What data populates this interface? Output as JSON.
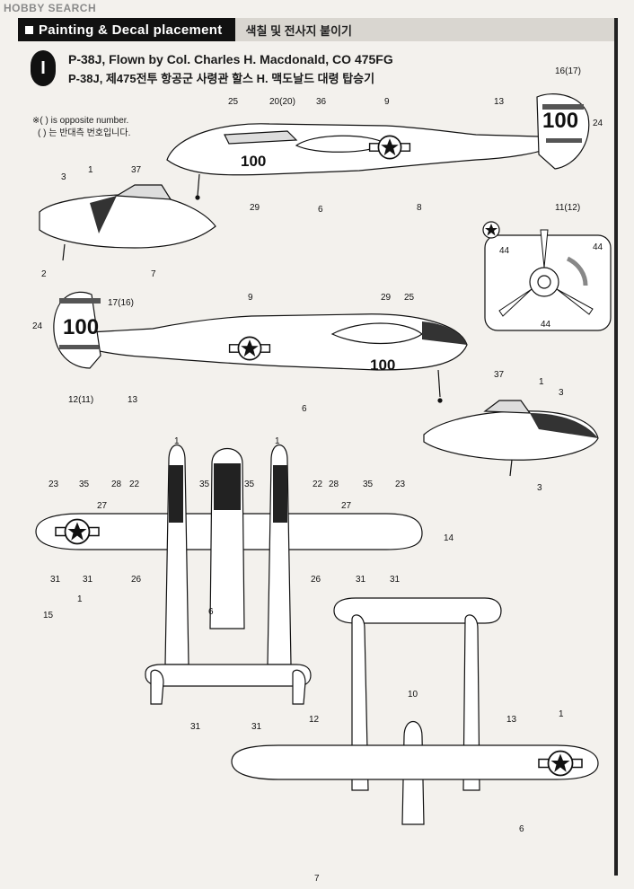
{
  "watermark": "HOBBY SEARCH",
  "header": {
    "title": "Painting & Decal placement",
    "subtitle": "색칠 및 전사지 붙이기"
  },
  "section": {
    "badge": "I",
    "title_en": "P-38J, Flown by Col. Charles H. Macdonald, CO 475FG",
    "title_ko": "P-38J, 제475전투 항공군 사령관 할스 H. 맥도날드 대령 탑승기"
  },
  "note": {
    "line1": "※( ) is opposite number.",
    "line2": "( ) 는 반대측 번호입니다."
  },
  "aircraft_marking": "100",
  "callouts": {
    "side_top": [
      "25",
      "20(20)",
      "36",
      "9",
      "13",
      "16(17)",
      "24",
      "11(12)",
      "8",
      "29",
      "6"
    ],
    "nose_top": [
      "3",
      "1",
      "37",
      "2",
      "7"
    ],
    "prop": [
      "44",
      "44",
      "44"
    ],
    "side_bottom": [
      "17(16)",
      "9",
      "29",
      "25",
      "24",
      "12(11)",
      "13",
      "6"
    ],
    "nose_bottom": [
      "37",
      "1",
      "3",
      "3"
    ],
    "plan_top": [
      "1",
      "1",
      "23",
      "35",
      "28",
      "22",
      "35",
      "35",
      "22",
      "28",
      "35",
      "23",
      "27",
      "27",
      "31",
      "31",
      "26",
      "26",
      "31",
      "31",
      "1",
      "6",
      "14",
      "15",
      "31",
      "31"
    ],
    "plan_bottom": [
      "1",
      "10",
      "12",
      "13",
      "6"
    ]
  },
  "page_number": "7"
}
